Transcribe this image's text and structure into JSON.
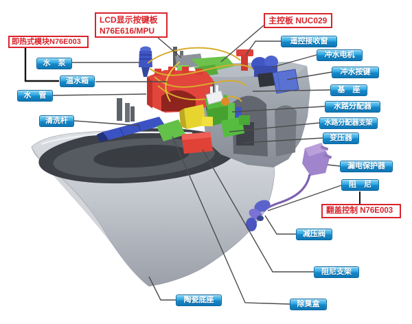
{
  "callouts": {
    "lcd_board": {
      "line1": "LCD显示按键板",
      "line2": "N76E616/MPU"
    },
    "main_board": {
      "text": "主控板 NUC029"
    },
    "instant_heater": {
      "text": "即热式模块N76E003"
    },
    "flip_control": {
      "text": "翻盖控制 N76E003"
    }
  },
  "labels": {
    "water_pump": "水　泵",
    "warm_water_tank": "温水箱",
    "water_pipe": "水　管",
    "cleaning_rod": "清洗杆",
    "remote_receiver": "遥控接收窗",
    "flush_motor": "冲水电机",
    "flush_button": "冲水按键",
    "base": "基　座",
    "water_distributor": "水路分配器",
    "water_distributor_bracket": "水路分配器支架",
    "transformer": "变压器",
    "leakage_protector": "漏电保护器",
    "damper": "阻　尼",
    "pressure_relief_valve": "减压阀",
    "damper_bracket": "阻尼支架",
    "deodorant_box": "除臭盒",
    "ceramic_base": "陶瓷底座"
  },
  "colors": {
    "label_blue": "#1488c9",
    "callout_red": "#d9232b",
    "leader_line": "#4b4b4b",
    "wire_yellow": "#d8ab2e",
    "part_red": "#e2453c",
    "part_green": "#5cb848",
    "part_blue": "#4156c2",
    "part_purple": "#a084cc",
    "ceramic_gray": "#c2c6cc"
  }
}
